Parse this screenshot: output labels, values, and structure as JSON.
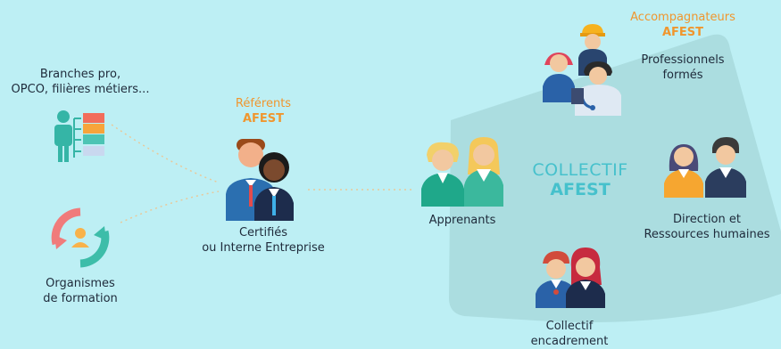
{
  "colors": {
    "background": "#bdeff4",
    "accent_orange": "#f0962e",
    "collectif_teal": "#46c1cc",
    "text": "#1e2a3a"
  },
  "nodes": {
    "branches": {
      "line1": "Branches pro,",
      "line2": "OPCO, filières métiers..."
    },
    "organismes": {
      "line1": "Organismes",
      "line2": "de formation"
    },
    "referents": {
      "title1": "Référents",
      "title2": "AFEST",
      "line1": "Certifiés",
      "line2": "ou Interne Entreprise"
    },
    "apprenants": {
      "label": "Apprenants"
    },
    "accompagnateurs": {
      "title1": "Accompagnateurs",
      "title2": "AFEST",
      "line1": "Professionnels",
      "line2": "formés"
    },
    "direction": {
      "line1": "Direction et",
      "line2": "Ressources humaines"
    },
    "encadrement": {
      "line1": "Collectif",
      "line2": "encadrement"
    },
    "collectif": {
      "line1": "COLLECTIF",
      "line2": "AFEST"
    }
  },
  "icons": {
    "branches": "org-chart-icon",
    "organismes": "training-cycle-icon",
    "referents": "two-referents-icon",
    "apprenants": "two-learners-icon",
    "accompagnateurs": "professionals-group-icon",
    "direction": "hr-pair-icon",
    "encadrement": "managers-pair-icon"
  }
}
